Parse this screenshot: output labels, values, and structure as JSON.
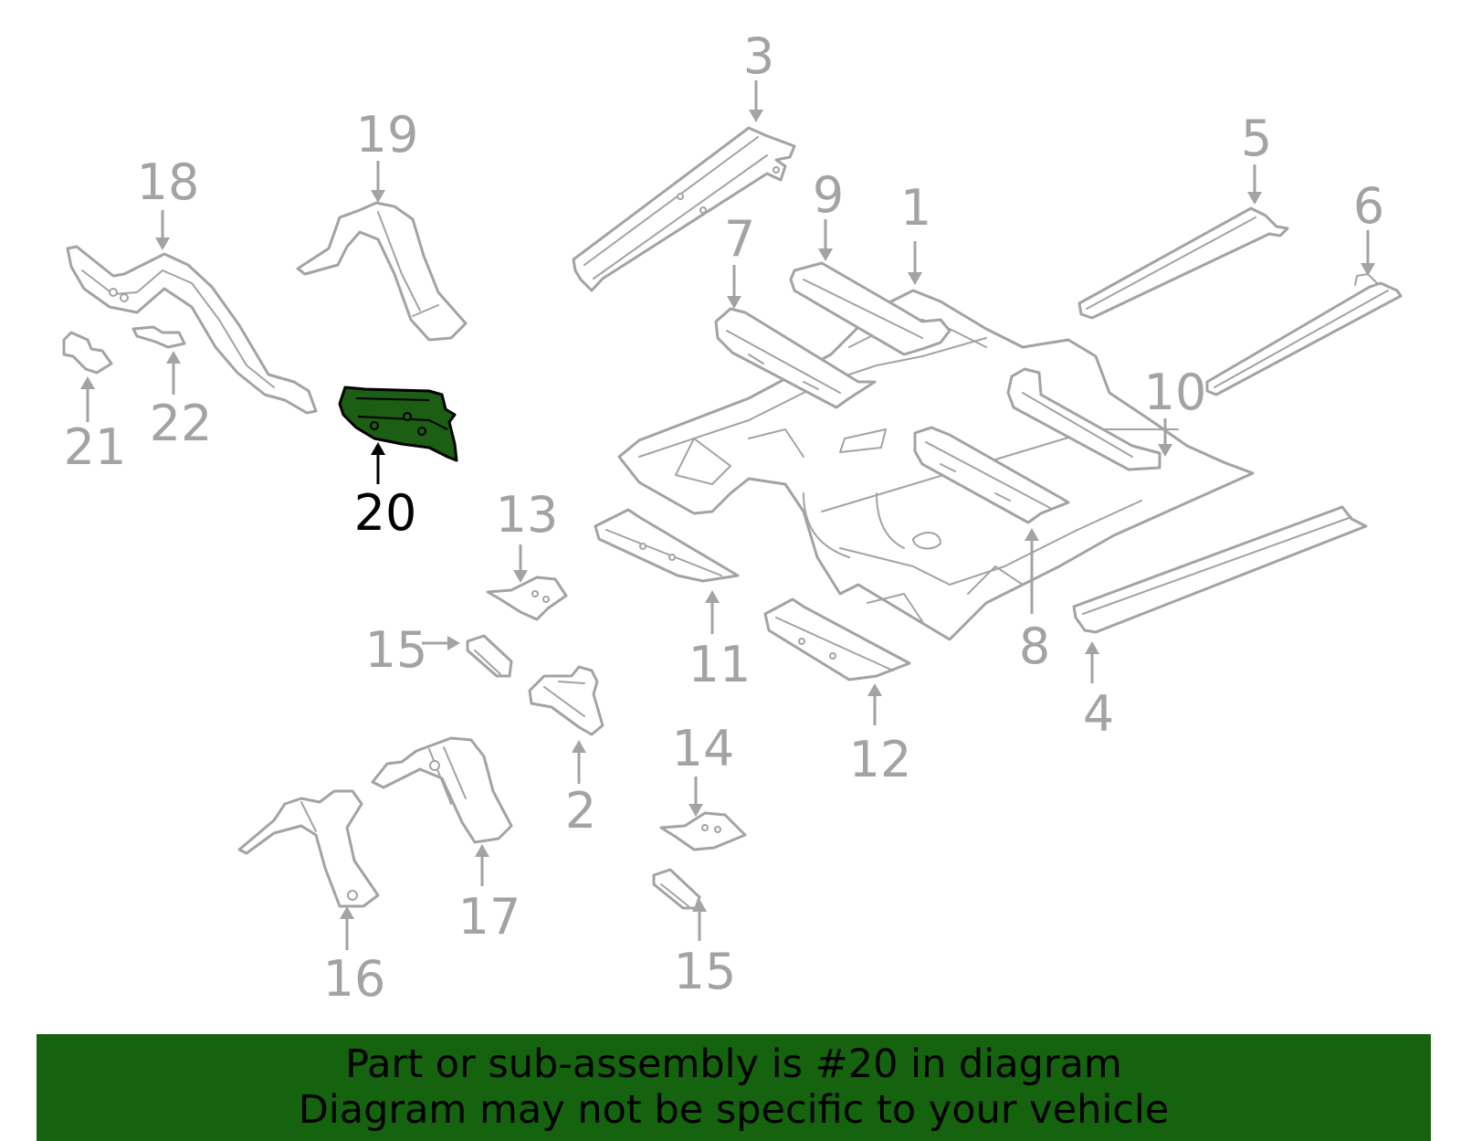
{
  "diagram": {
    "highlighted_part": "20",
    "callouts": [
      "1",
      "2",
      "3",
      "4",
      "5",
      "6",
      "7",
      "8",
      "9",
      "10",
      "11",
      "12",
      "13",
      "14",
      "15",
      "15",
      "16",
      "17",
      "18",
      "19",
      "20",
      "21",
      "22"
    ]
  },
  "colors": {
    "line_art": "#a3a3a3",
    "highlight_fill": "#1c5e14",
    "highlight_label": "#000000",
    "banner_background": "#15630f",
    "banner_text": "#000000"
  },
  "banner": {
    "line1": "Part or sub-assembly is #20 in diagram",
    "line2": "Diagram may not be specific to your vehicle"
  }
}
